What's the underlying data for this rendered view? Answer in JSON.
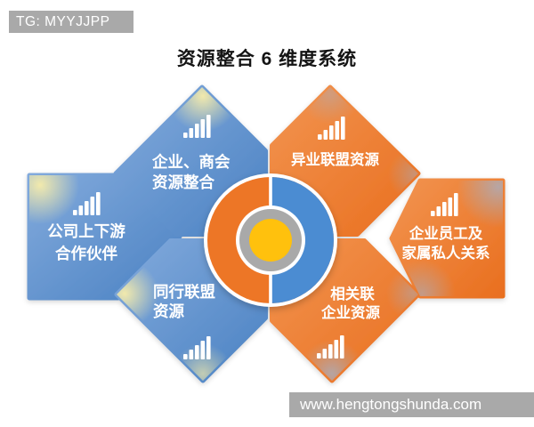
{
  "watermark": {
    "label": "TG: MYYJJPP"
  },
  "title": "资源整合 6 维度系统",
  "website": "www.hengtongshunda.com",
  "colors": {
    "blue": "#5b95ce",
    "orange": "#ed7d31",
    "center_yellow": "#ffc10a",
    "center_gray": "#a9a9a9",
    "banner_gray": "#a9a9a9"
  },
  "center_hub": {
    "left_half_color": "#ed7627",
    "right_half_color": "#4c8cd2",
    "core": "yellow-dot"
  },
  "nodes": [
    {
      "id": "upstream-partners",
      "position": "left",
      "color": "blue",
      "icon": "bar-chart",
      "lines": [
        "公司上下游",
        "合作伙伴"
      ]
    },
    {
      "id": "chamber-resources",
      "position": "top-left",
      "color": "blue",
      "icon": "bar-chart",
      "lines": [
        "企业、商会",
        "资源整合"
      ]
    },
    {
      "id": "cross-industry",
      "position": "top-right",
      "color": "orange",
      "icon": "bar-chart",
      "lines": [
        "异业联盟资源"
      ]
    },
    {
      "id": "employee-relations",
      "position": "right",
      "color": "orange",
      "icon": "bar-chart",
      "lines": [
        "企业员工及",
        "家属私人关系"
      ]
    },
    {
      "id": "peer-alliance",
      "position": "bottom-left",
      "color": "blue",
      "icon": "bar-chart",
      "lines": [
        "同行联盟",
        "资源"
      ]
    },
    {
      "id": "related-companies",
      "position": "bottom-right",
      "color": "orange",
      "icon": "bar-chart",
      "lines": [
        "相关联",
        "企业资源"
      ]
    }
  ]
}
